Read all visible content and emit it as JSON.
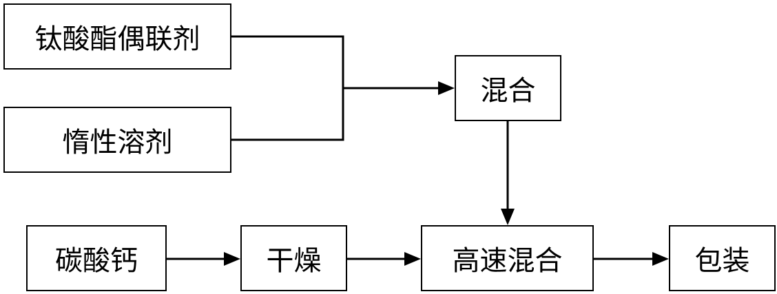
{
  "diagram": {
    "nodes": {
      "titanate_coupling_agent": "钛酸酯偶联剂",
      "inert_solvent": "惰性溶剂",
      "mixing": "混合",
      "calcium_carbonate": "碳酸钙",
      "drying": "干燥",
      "high_speed_mixing": "高速混合",
      "packaging": "包装"
    },
    "edges": [
      {
        "from": "titanate_coupling_agent",
        "to": "mixing"
      },
      {
        "from": "inert_solvent",
        "to": "mixing"
      },
      {
        "from": "mixing",
        "to": "high_speed_mixing"
      },
      {
        "from": "calcium_carbonate",
        "to": "drying"
      },
      {
        "from": "drying",
        "to": "high_speed_mixing"
      },
      {
        "from": "high_speed_mixing",
        "to": "packaging"
      }
    ],
    "line_color": "#000000"
  }
}
